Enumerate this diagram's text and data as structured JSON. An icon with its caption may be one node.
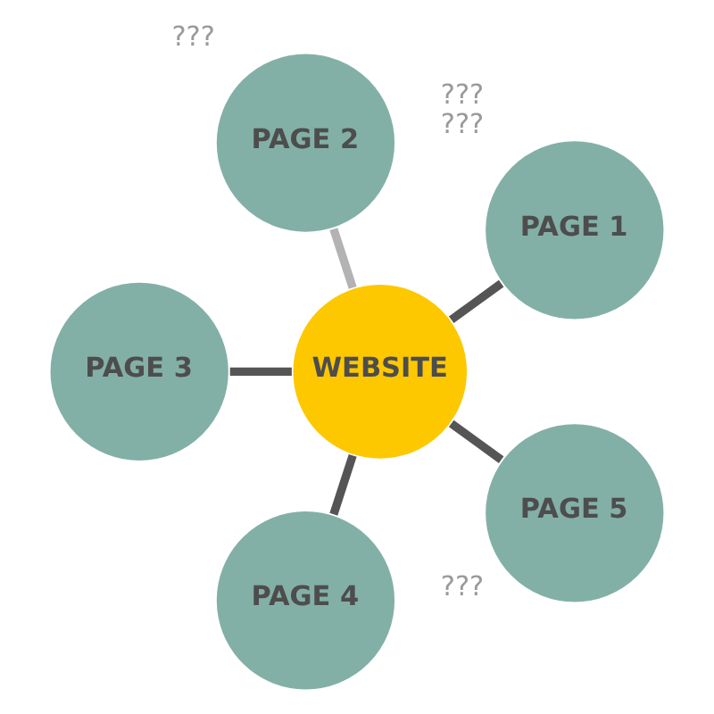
{
  "diagram": {
    "nodes": [
      {
        "text": [
          "WEBSITE"
        ]
      },
      {
        "text": [
          "PAGE 1"
        ],
        "beside": [
          "???",
          "???"
        ]
      },
      {
        "text": [
          "PAGE 2"
        ],
        "beside": [
          "???"
        ]
      },
      {
        "text": [
          "PAGE 3"
        ]
      },
      {
        "text": [
          "PAGE 4"
        ]
      },
      {
        "text": [
          "PAGE 5"
        ],
        "beside": [
          "???"
        ]
      }
    ],
    "edges": [
      {
        "from": 0,
        "to": 1,
        "arrow": "none"
      },
      {
        "from": 0,
        "to": 4,
        "arrow": "none"
      },
      {
        "from": 0,
        "to": 2,
        "arrow": "none",
        "color": "#b3b3b3"
      },
      {
        "from": 0,
        "to": 5,
        "arrow": "none"
      },
      {
        "from": 0,
        "to": 3,
        "arrow": "none"
      }
    ]
  }
}
